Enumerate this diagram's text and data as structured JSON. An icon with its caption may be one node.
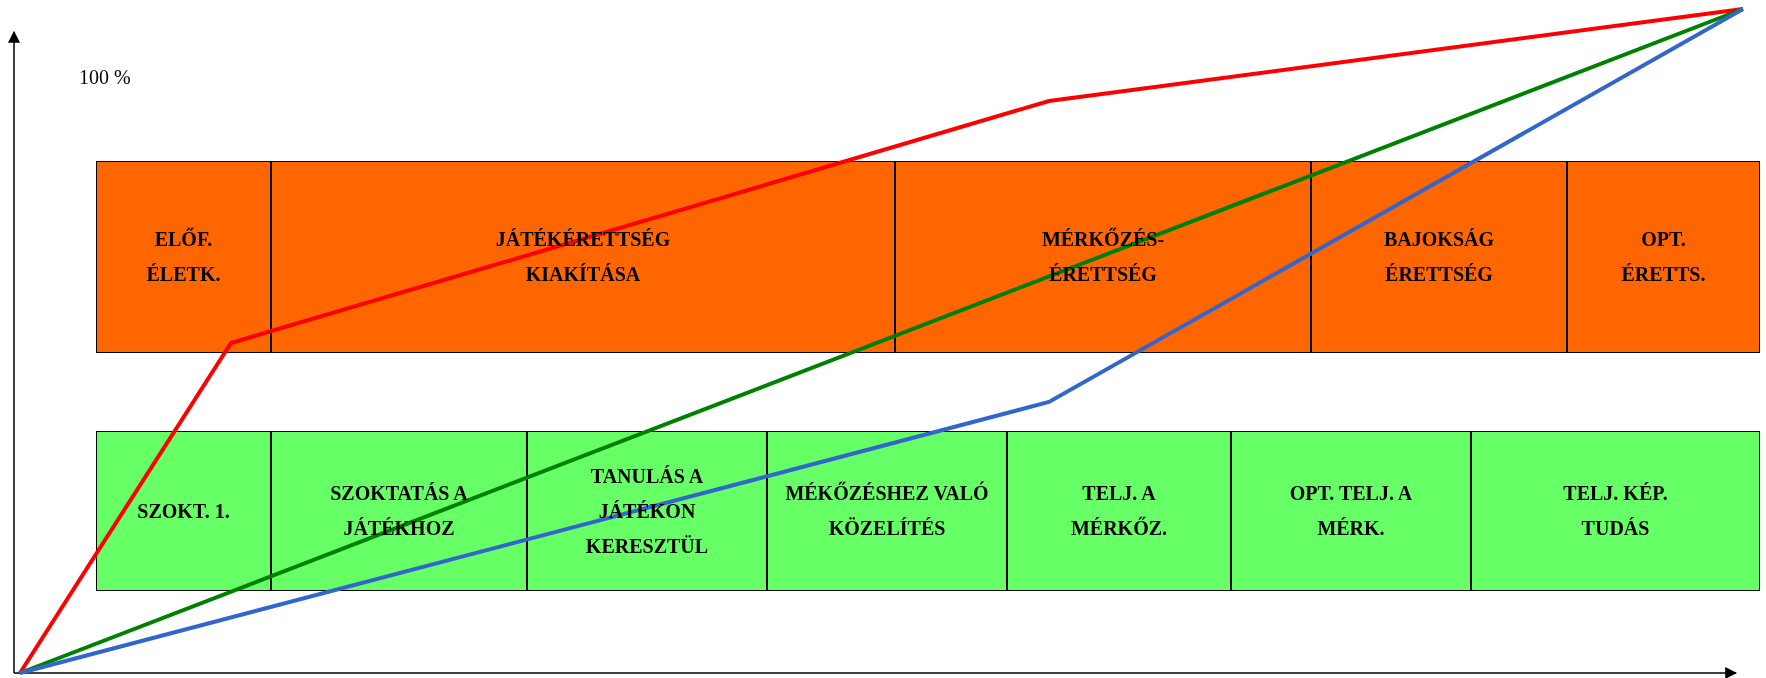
{
  "diagram": {
    "nodes": [
      {
        "text": [
          "ELŐF. ÉLETK."
        ]
      },
      {
        "text": [
          "JÁTÉKÉRETTSÉG KIAKÍTÁSA"
        ]
      },
      {
        "text": [
          "MÉRKŐZÉS-ÉRETTSÉG"
        ]
      },
      {
        "text": [
          "BAJOKSÁG ÉRETTSÉG"
        ]
      },
      {
        "text": [
          "OPT. ÉRETTS."
        ]
      },
      {
        "text": [
          "SZOKT. 1."
        ]
      },
      {
        "text": [
          "SZOKTATÁS A JÁTÉKHOZ"
        ]
      },
      {
        "text": [
          "TANULÁS A JÁTÉKON KERESZTÜL"
        ]
      },
      {
        "text": [
          "MÉKŐZÉSHEZ VALÓ KÖZELÍTÉS"
        ]
      },
      {
        "text": [
          "TELJ. A MÉRKŐZ."
        ]
      },
      {
        "text": [
          "OPT. TELJ. A MÉRK."
        ]
      },
      {
        "text": [
          "TELJ. KÉP. TUDÁS"
        ]
      }
    ],
    "labels": [
      "100 %"
    ]
  }
}
